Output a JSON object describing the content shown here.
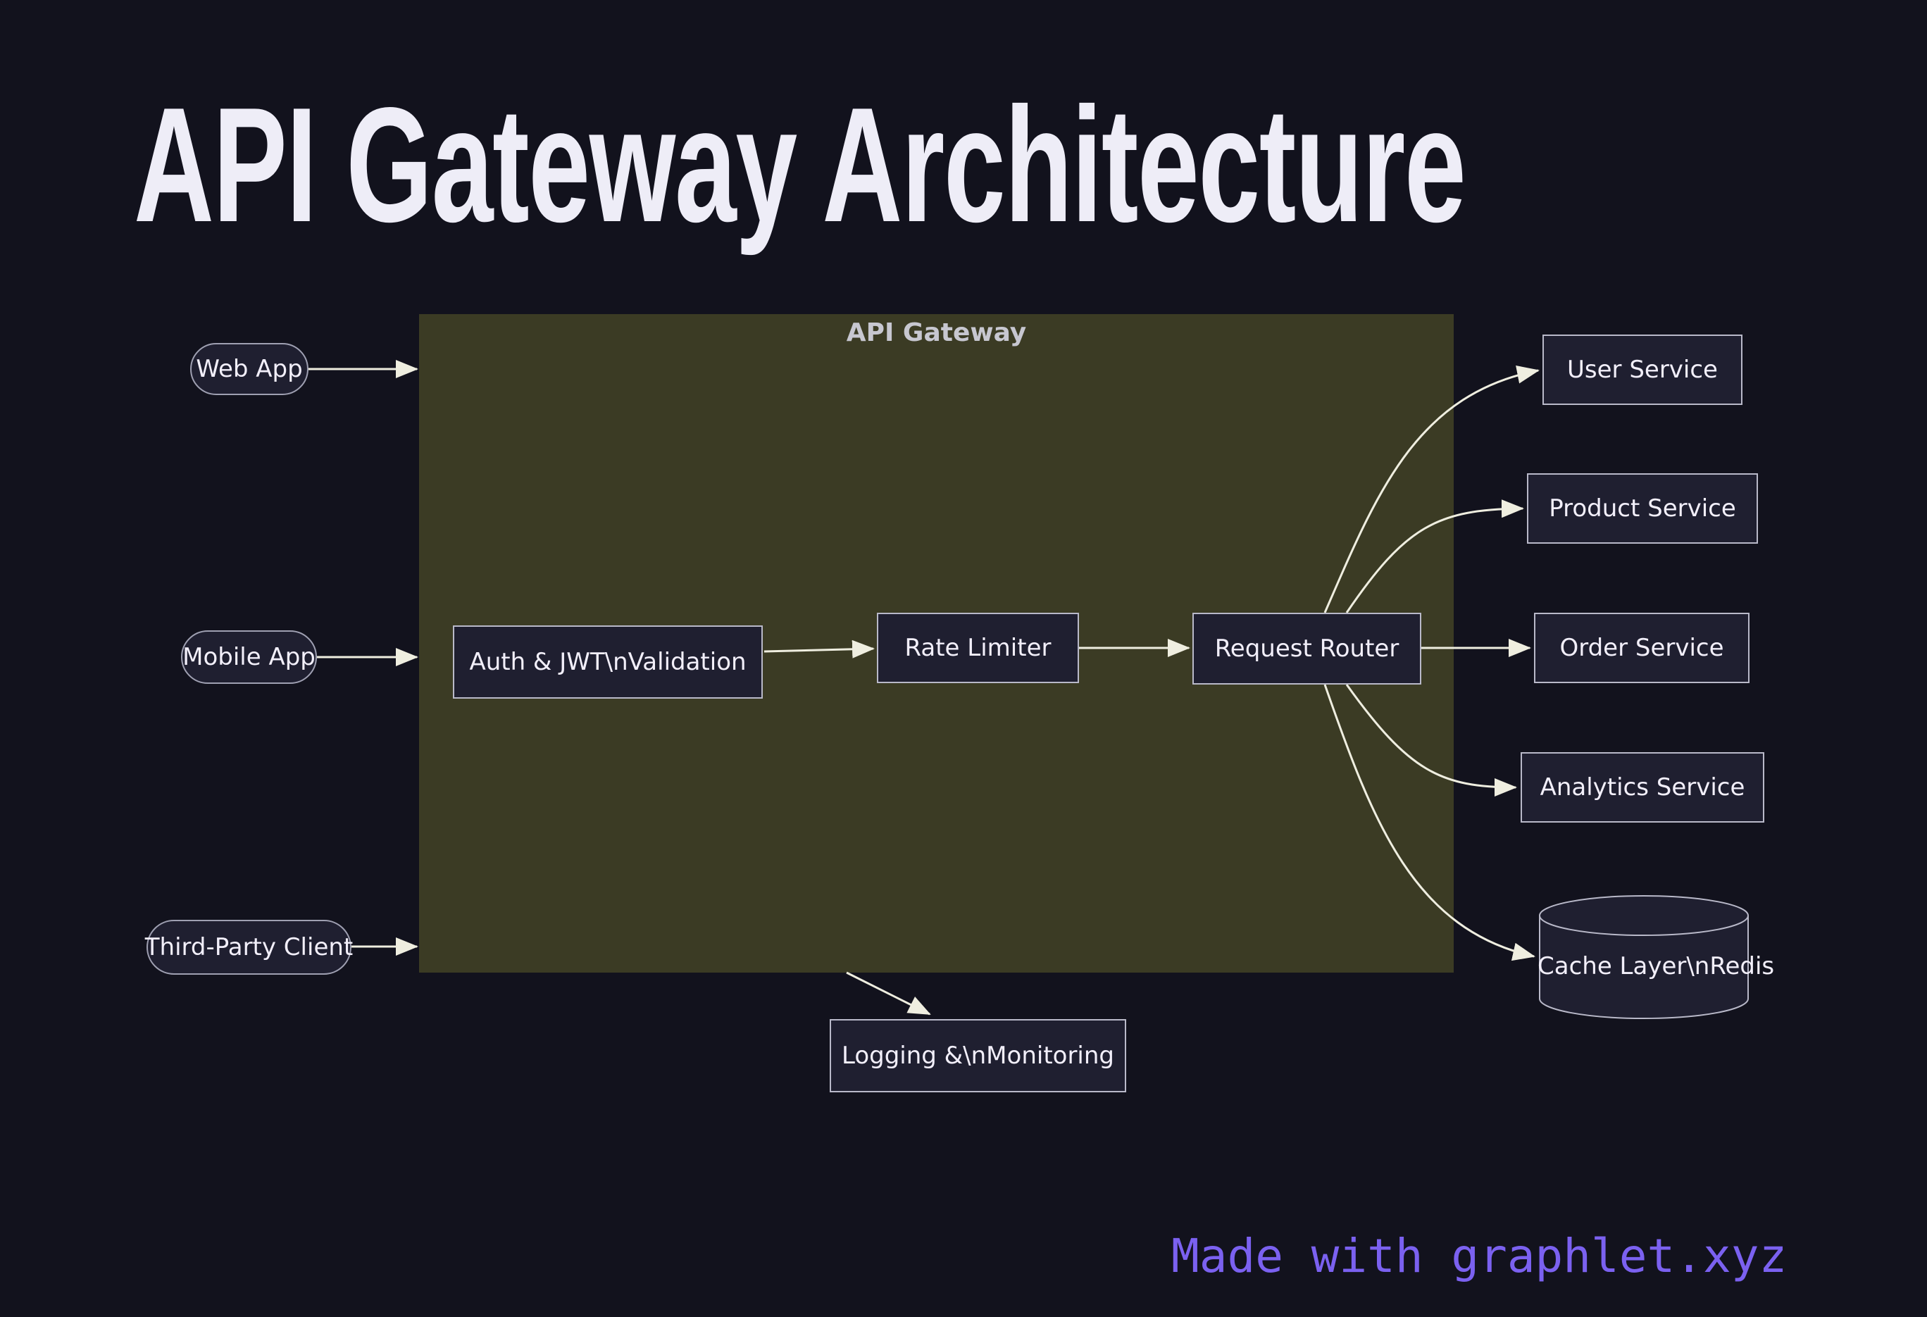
{
  "title": "API Gateway Architecture",
  "gateway": {
    "label": "API Gateway"
  },
  "nodes": {
    "web_app": {
      "label": "Web App"
    },
    "mobile_app": {
      "label": "Mobile App"
    },
    "third_party": {
      "label": "Third-Party Client"
    },
    "auth": {
      "label": "Auth & JWT\\nValidation"
    },
    "rate_limiter": {
      "label": "Rate Limiter"
    },
    "request_router": {
      "label": "Request Router"
    },
    "user_service": {
      "label": "User Service"
    },
    "product_service": {
      "label": "Product Service"
    },
    "order_service": {
      "label": "Order Service"
    },
    "analytics_service": {
      "label": "Analytics Service"
    },
    "cache_layer": {
      "label": "Cache Layer\\nRedis"
    },
    "logging": {
      "label": "Logging &\\nMonitoring"
    }
  },
  "footer": {
    "label": "Made with graphlet.xyz"
  },
  "colors": {
    "background": "#12121D",
    "gateway_fill": "#3B3B24",
    "node_fill": "#1F1F30",
    "node_border": "#B9B9C9",
    "pill_border": "#9FA0B2",
    "edge": "#EFEEE0",
    "title_text": "#EEEDF7",
    "node_text": "#F2EFFA",
    "gateway_label_text": "#C7C7D0",
    "footer_text": "#7B61F0"
  }
}
